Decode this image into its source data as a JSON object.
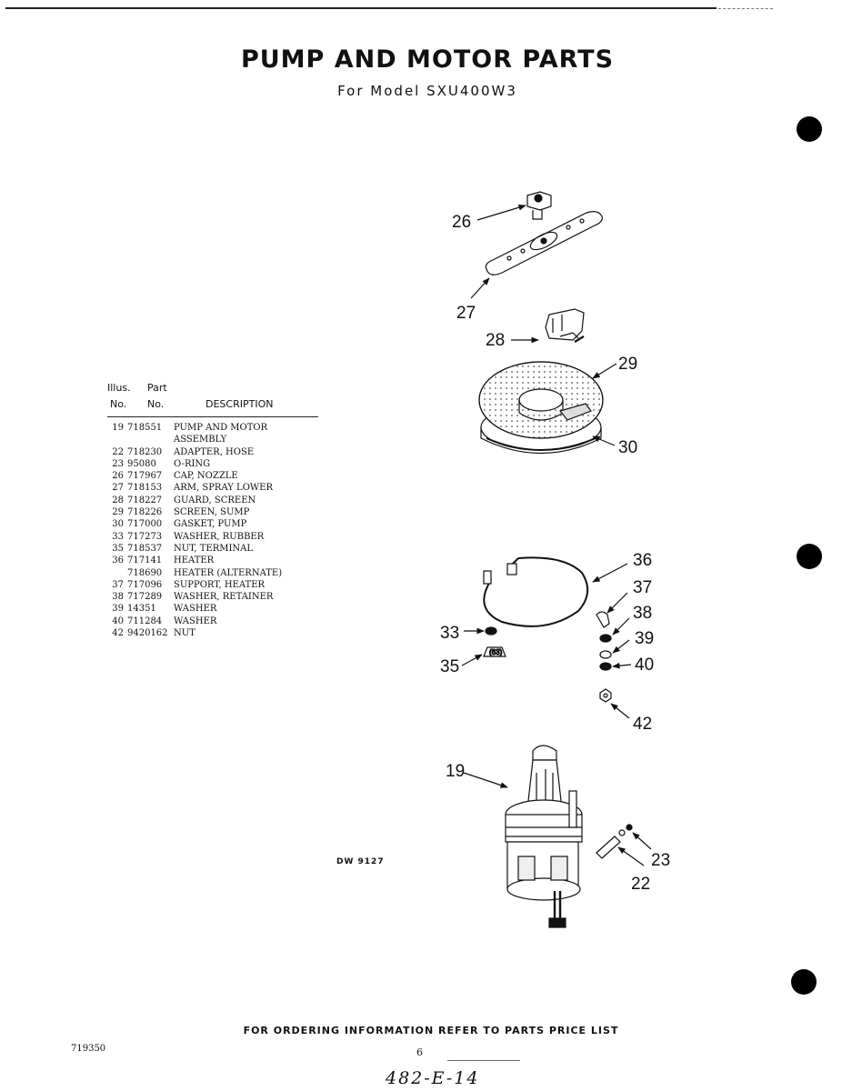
{
  "header": {
    "title": "PUMP AND MOTOR PARTS",
    "subtitle": "For Model SXU400W3"
  },
  "table": {
    "col_illus": "Illus.",
    "col_part": "Part",
    "col_no_1": "No.",
    "col_no_2": "No.",
    "col_desc": "DESCRIPTION",
    "rows": [
      {
        "no": "19",
        "part": "718551",
        "desc": "PUMP AND MOTOR"
      },
      {
        "no": "",
        "part": "",
        "desc": "ASSEMBLY"
      },
      {
        "no": "22",
        "part": "718230",
        "desc": "ADAPTER, HOSE"
      },
      {
        "no": "23",
        "part": "95080",
        "desc": "O-RING"
      },
      {
        "no": "26",
        "part": "717967",
        "desc": "CAP, NOZZLE"
      },
      {
        "no": "27",
        "part": "718153",
        "desc": "ARM, SPRAY LOWER"
      },
      {
        "no": "28",
        "part": "718227",
        "desc": "GUARD, SCREEN"
      },
      {
        "no": "29",
        "part": "718226",
        "desc": "SCREEN, SUMP"
      },
      {
        "no": "30",
        "part": "717000",
        "desc": "GASKET, PUMP"
      },
      {
        "no": "33",
        "part": "717273",
        "desc": "WASHER, RUBBER"
      },
      {
        "no": "35",
        "part": "718537",
        "desc": "NUT, TERMINAL"
      },
      {
        "no": "36",
        "part": "717141",
        "desc": "HEATER"
      },
      {
        "no": "",
        "part": "718690",
        "desc": "HEATER (ALTERNATE)"
      },
      {
        "no": "37",
        "part": "717096",
        "desc": "SUPPORT, HEATER"
      },
      {
        "no": "38",
        "part": "717289",
        "desc": "WASHER, RETAINER"
      },
      {
        "no": "39",
        "part": "14351",
        "desc": "WASHER"
      },
      {
        "no": "40",
        "part": "711284",
        "desc": "WASHER"
      },
      {
        "no": "42",
        "part": "9420162",
        "desc": "NUT"
      }
    ]
  },
  "callouts": {
    "c26": "26",
    "c27": "27",
    "c28": "28",
    "c29": "29",
    "c30": "30",
    "c36": "36",
    "c37": "37",
    "c38": "38",
    "c39": "39",
    "c40": "40",
    "c33": "33",
    "c35": "35",
    "c42": "42",
    "c19": "19",
    "c23": "23",
    "c22": "22"
  },
  "figure_code": "DW 9127",
  "footer": {
    "note": "FOR ORDERING INFORMATION REFER TO PARTS PRICE LIST",
    "doc_number": "719350",
    "page_number": "6",
    "handwritten": "482-E-14"
  }
}
